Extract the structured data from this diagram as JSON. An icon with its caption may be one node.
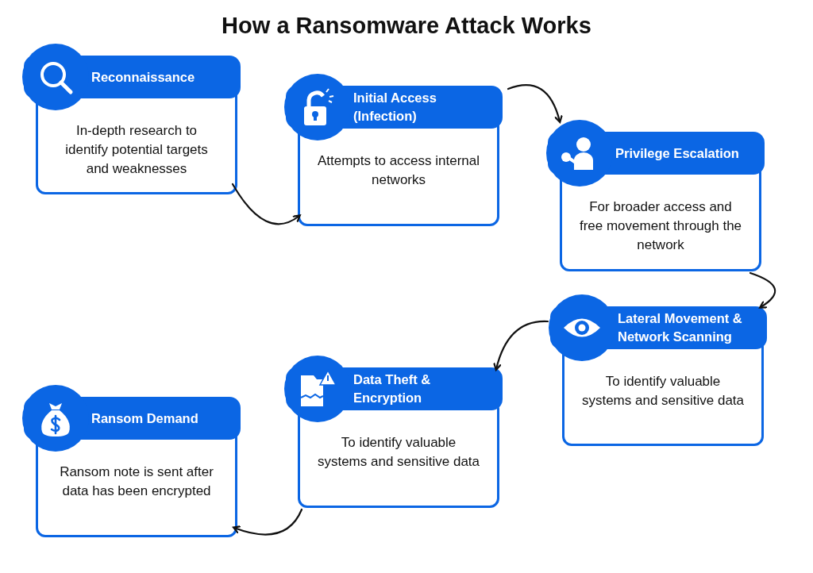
{
  "diagram": {
    "title": "How a Ransomware Attack Works",
    "nodes": [
      {
        "text": [
          "Reconnaissance",
          "In-depth research to identify potential targets and weaknesses"
        ]
      },
      {
        "text": [
          "Initial Access (Infection)",
          "Attempts to access internal networks"
        ]
      },
      {
        "text": [
          "Privilege Escalation",
          "For broader access and free movement through the network"
        ]
      },
      {
        "text": [
          "Lateral Movement & Network Scanning",
          "To identify valuable systems and sensitive data"
        ]
      },
      {
        "text": [
          "Data Theft & Encryption",
          "To identify valuable systems and sensitive data"
        ]
      },
      {
        "text": [
          "Ransom Demand",
          "Ransom note is sent after data has been encrypted"
        ]
      }
    ],
    "edges": [
      {
        "from": 0,
        "to": 1,
        "arrow": "to"
      },
      {
        "from": 1,
        "to": 2,
        "arrow": "to"
      },
      {
        "from": 2,
        "to": 3,
        "arrow": "to"
      },
      {
        "from": 3,
        "to": 4,
        "arrow": "to"
      },
      {
        "from": 4,
        "to": 5,
        "arrow": "to"
      }
    ]
  }
}
